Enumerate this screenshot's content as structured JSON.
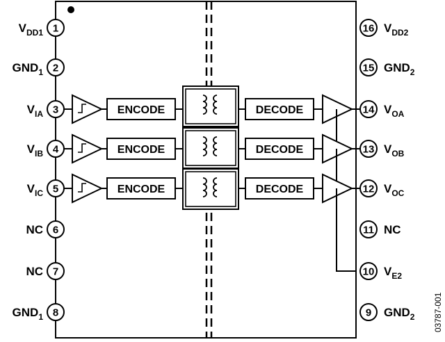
{
  "diagram": {
    "pins_left": [
      {
        "num": "1",
        "label": "V",
        "sub": "DD1"
      },
      {
        "num": "2",
        "label": "GND",
        "sub": "1"
      },
      {
        "num": "3",
        "label": "V",
        "sub": "IA"
      },
      {
        "num": "4",
        "label": "V",
        "sub": "IB"
      },
      {
        "num": "5",
        "label": "V",
        "sub": "IC"
      },
      {
        "num": "6",
        "label": "NC",
        "sub": ""
      },
      {
        "num": "7",
        "label": "NC",
        "sub": ""
      },
      {
        "num": "8",
        "label": "GND",
        "sub": "1"
      }
    ],
    "pins_right": [
      {
        "num": "16",
        "label": "V",
        "sub": "DD2"
      },
      {
        "num": "15",
        "label": "GND",
        "sub": "2"
      },
      {
        "num": "14",
        "label": "V",
        "sub": "OA"
      },
      {
        "num": "13",
        "label": "V",
        "sub": "OB"
      },
      {
        "num": "12",
        "label": "V",
        "sub": "OC"
      },
      {
        "num": "11",
        "label": "NC",
        "sub": ""
      },
      {
        "num": "10",
        "label": "V",
        "sub": "E2"
      },
      {
        "num": "9",
        "label": "GND",
        "sub": "2"
      }
    ],
    "channels": [
      {
        "encode": "ENCODE",
        "decode": "DECODE"
      },
      {
        "encode": "ENCODE",
        "decode": "DECODE"
      },
      {
        "encode": "ENCODE",
        "decode": "DECODE"
      }
    ],
    "figure_code": "03787-001"
  }
}
